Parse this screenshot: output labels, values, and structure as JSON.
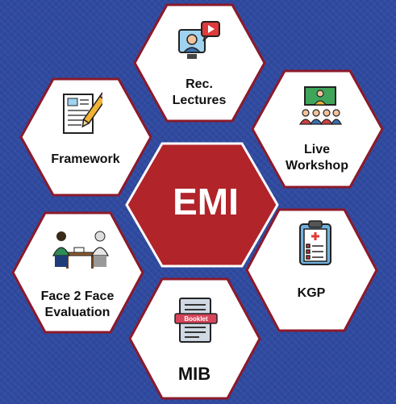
{
  "center": {
    "label": "EMI"
  },
  "nodes": [
    {
      "id": "rec-lectures",
      "line1": "Rec.",
      "line2": "Lectures",
      "icon": "video-lecture-icon"
    },
    {
      "id": "live-workshop",
      "line1": "Live",
      "line2": "Workshop",
      "icon": "workshop-presentation-icon"
    },
    {
      "id": "kgp",
      "line1": "KGP",
      "line2": "",
      "icon": "clipboard-medical-icon"
    },
    {
      "id": "mib",
      "line1": "MIB",
      "line2": "",
      "icon": "booklet-icon",
      "badge": "Booklet"
    },
    {
      "id": "face2face",
      "line1": "Face 2 Face",
      "line2": "Evaluation",
      "icon": "evaluation-meeting-icon"
    },
    {
      "id": "framework",
      "line1": "Framework",
      "line2": "",
      "icon": "document-pencil-icon"
    }
  ],
  "colors": {
    "background": "#2f4aa0",
    "center_fill": "#b0242a",
    "hex_border": "#8b1a2b",
    "hex_fill": "#ffffff"
  }
}
